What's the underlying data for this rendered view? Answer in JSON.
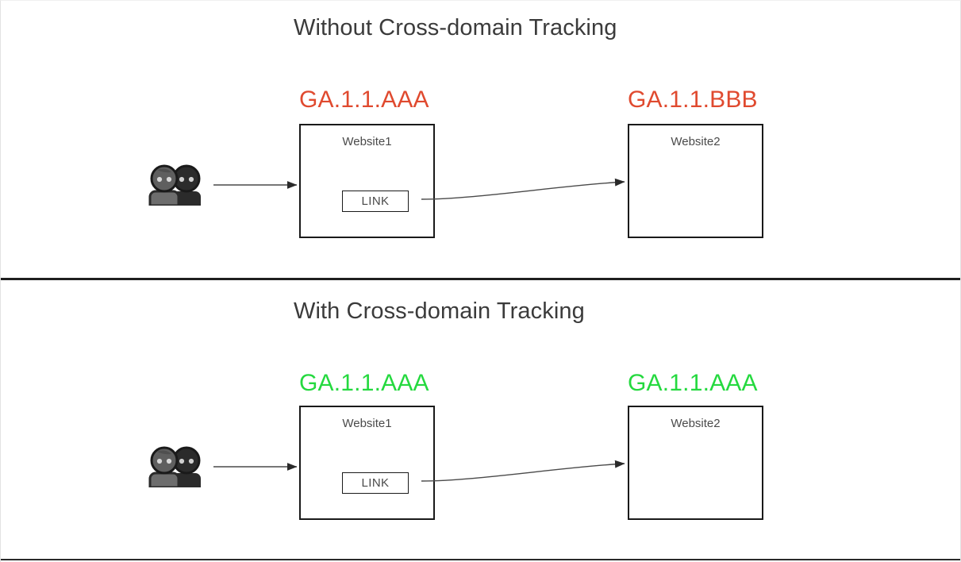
{
  "diagram": {
    "title_top": "Without Cross-domain Tracking",
    "title_bottom": "With Cross-domain Tracking",
    "colors": {
      "mismatch_red": "#e04a2f",
      "match_green": "#25d93f",
      "box_border": "#1a1a1a",
      "connector": "#4a4a4a",
      "title_text": "#3b3b3b"
    },
    "panels": [
      {
        "id": "without-cross-domain-tracking",
        "title": "Without Cross-domain Tracking",
        "client_id_state": "mismatched",
        "actor": {
          "icon": "users-icon",
          "label": ""
        },
        "nodes": [
          {
            "name": "Website1",
            "client_id": "GA.1.1.AAA",
            "client_id_color": "#e04a2f",
            "button": "LINK"
          },
          {
            "name": "Website2",
            "client_id": "GA.1.1.BBB",
            "client_id_color": "#e04a2f",
            "button": null
          }
        ]
      },
      {
        "id": "with-cross-domain-tracking",
        "title": "With Cross-domain Tracking",
        "client_id_state": "matched",
        "actor": {
          "icon": "users-icon",
          "label": ""
        },
        "nodes": [
          {
            "name": "Website1",
            "client_id": "GA.1.1.AAA",
            "client_id_color": "#25d93f",
            "button": "LINK"
          },
          {
            "name": "Website2",
            "client_id": "GA.1.1.AAA",
            "client_id_color": "#25d93f",
            "button": null
          }
        ]
      }
    ]
  }
}
